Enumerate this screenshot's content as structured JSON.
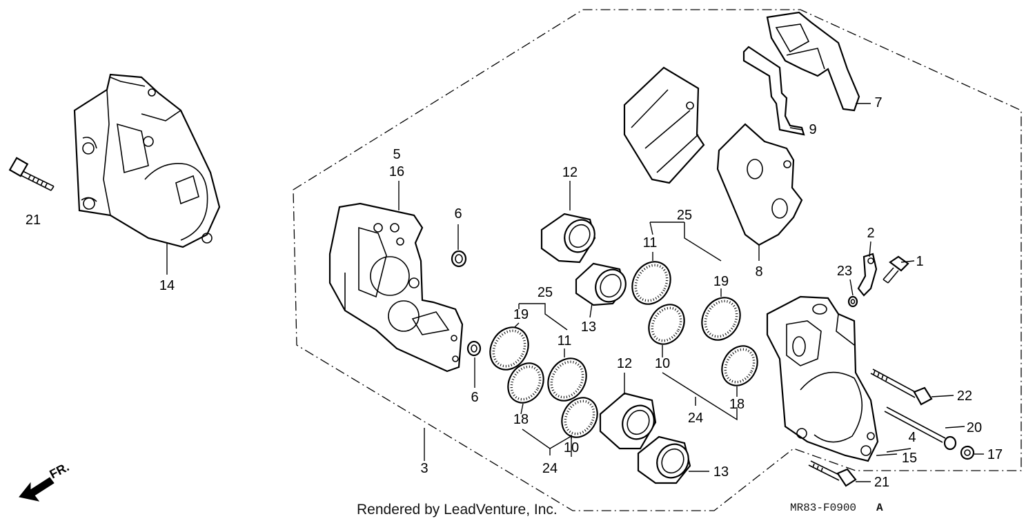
{
  "diagram": {
    "labels": [
      {
        "id": "p1",
        "text": "1"
      },
      {
        "id": "p2",
        "text": "2"
      },
      {
        "id": "p3",
        "text": "3"
      },
      {
        "id": "p4",
        "text": "4"
      },
      {
        "id": "p5",
        "text": "5"
      },
      {
        "id": "p6a",
        "text": "6"
      },
      {
        "id": "p6b",
        "text": "6"
      },
      {
        "id": "p7",
        "text": "7"
      },
      {
        "id": "p8",
        "text": "8"
      },
      {
        "id": "p9",
        "text": "9"
      },
      {
        "id": "p10a",
        "text": "10"
      },
      {
        "id": "p10b",
        "text": "10"
      },
      {
        "id": "p11a",
        "text": "11"
      },
      {
        "id": "p11b",
        "text": "11"
      },
      {
        "id": "p12a",
        "text": "12"
      },
      {
        "id": "p12b",
        "text": "12"
      },
      {
        "id": "p13a",
        "text": "13"
      },
      {
        "id": "p13b",
        "text": "13"
      },
      {
        "id": "p14",
        "text": "14"
      },
      {
        "id": "p15",
        "text": "15"
      },
      {
        "id": "p16",
        "text": "16"
      },
      {
        "id": "p17",
        "text": "17"
      },
      {
        "id": "p18a",
        "text": "18"
      },
      {
        "id": "p18b",
        "text": "18"
      },
      {
        "id": "p19a",
        "text": "19"
      },
      {
        "id": "p19b",
        "text": "19"
      },
      {
        "id": "p20",
        "text": "20"
      },
      {
        "id": "p21a",
        "text": "21"
      },
      {
        "id": "p21b",
        "text": "21"
      },
      {
        "id": "p22",
        "text": "22"
      },
      {
        "id": "p23",
        "text": "23"
      },
      {
        "id": "p24a",
        "text": "24"
      },
      {
        "id": "p24b",
        "text": "24"
      },
      {
        "id": "p25a",
        "text": "25"
      },
      {
        "id": "p25b",
        "text": "25"
      }
    ],
    "direction_marker": "FR.",
    "footer_credit": "Rendered by LeadVenture, Inc.",
    "diagram_code": "MR83-F0900",
    "diagram_code_suffix": "A"
  }
}
